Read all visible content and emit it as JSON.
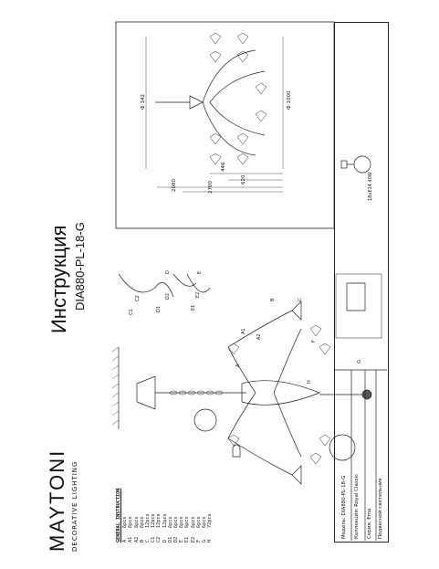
{
  "header": {
    "brand": "MAYTONI",
    "brand_sub": "DECORATIVE LIGHTING",
    "title": "Инструкция",
    "model": "DIA880-PL-18-G"
  },
  "parts_list": {
    "heading": "GENERAL INSTRUCTION",
    "items": [
      {
        "code": "A",
        "qty": "6pcs"
      },
      {
        "code": "A1",
        "qty": "6pcs"
      },
      {
        "code": "A2",
        "qty": "6pcs"
      },
      {
        "code": "B",
        "qty": "6pcs"
      },
      {
        "code": "C",
        "qty": "12pcs"
      },
      {
        "code": "C1",
        "qty": "12pcs"
      },
      {
        "code": "C2",
        "qty": "12pcs"
      },
      {
        "code": "D",
        "qty": "12pcs"
      },
      {
        "code": "D1",
        "qty": "6pcs"
      },
      {
        "code": "D2",
        "qty": "6pcs"
      },
      {
        "code": "E",
        "qty": "6pcs"
      },
      {
        "code": "E1",
        "qty": "6pcs"
      },
      {
        "code": "E2",
        "qty": "6pcs"
      },
      {
        "code": "F",
        "qty": "6pcs"
      },
      {
        "code": "G",
        "qty": "6pcs"
      },
      {
        "code": "H",
        "qty": "72pcs"
      }
    ]
  },
  "dimensions": {
    "d1": "Ф 142",
    "d2": "Ф 1000",
    "h1": "446",
    "h2": "620",
    "h3": "2080",
    "h4": "2700"
  },
  "info": {
    "model_label": "Модель:",
    "model_value": "DIA880-PL-18-G",
    "collection_label": "Коллекция:",
    "collection_value": "Royal Classic",
    "series_label": "Серия:",
    "series_value": "Ema",
    "type_value": "Подвесной светильник",
    "bulb": "18xE14 40W"
  },
  "part_labels": [
    "A",
    "A1",
    "A2",
    "B",
    "C",
    "C1",
    "C2",
    "D",
    "D1",
    "D2",
    "E",
    "E1",
    "E2",
    "F",
    "G",
    "H"
  ]
}
